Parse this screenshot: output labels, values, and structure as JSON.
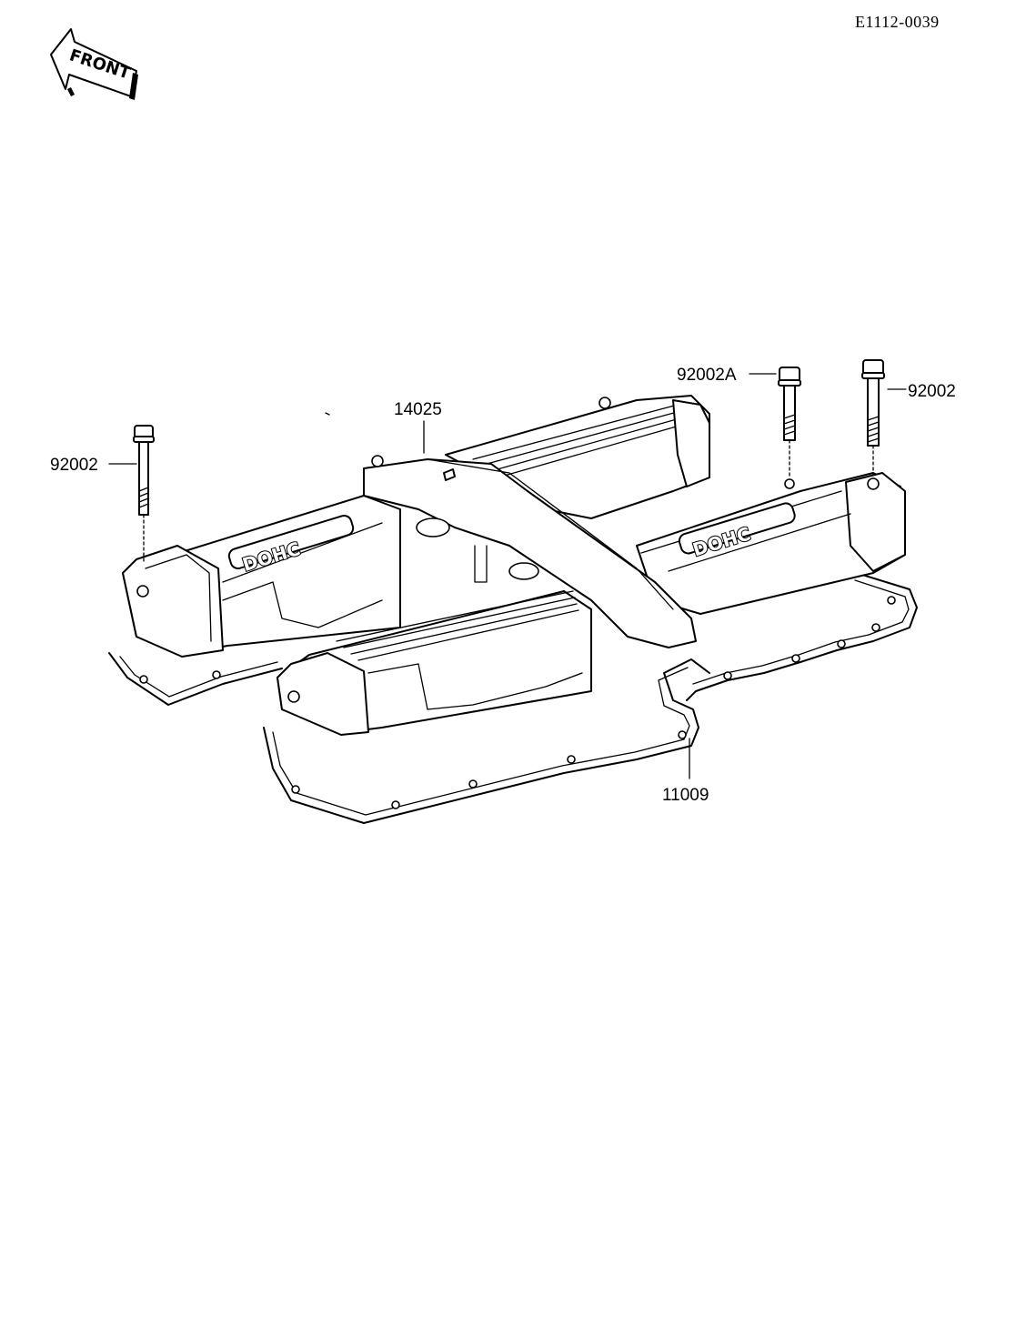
{
  "diagram": {
    "reference_code": "E1112-0039",
    "front_arrow_text": "FRONT",
    "cover_logo_text": "DOHC",
    "parts": [
      {
        "number": "92002A"
      },
      {
        "number": "92002"
      },
      {
        "number": "14025"
      },
      {
        "number": "92002"
      },
      {
        "number": "11009"
      }
    ]
  }
}
